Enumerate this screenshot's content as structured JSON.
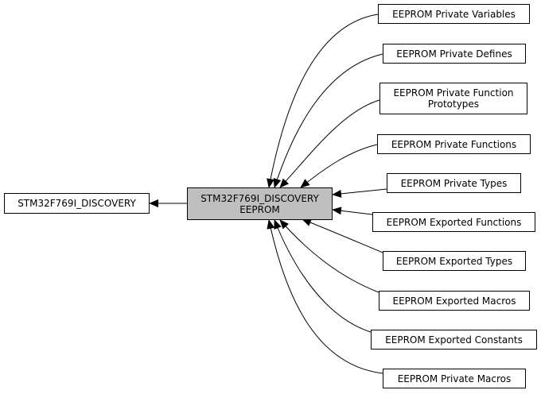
{
  "diagram": {
    "parent": {
      "label": "STM32F769I_DISCOVERY"
    },
    "center": {
      "label": "STM32F769I_DISCOVERY\nEEPROM"
    },
    "children": [
      {
        "label": "EEPROM Private Variables"
      },
      {
        "label": "EEPROM Private Defines"
      },
      {
        "label": "EEPROM Private Function\nPrototypes"
      },
      {
        "label": "EEPROM Private Functions"
      },
      {
        "label": "EEPROM Private Types"
      },
      {
        "label": "EEPROM Exported Functions"
      },
      {
        "label": "EEPROM Exported Types"
      },
      {
        "label": "EEPROM Exported Macros"
      },
      {
        "label": "EEPROM Exported Constants"
      },
      {
        "label": "EEPROM Private Macros"
      }
    ],
    "colors": {
      "center_fill": "#bfbfbf",
      "node_fill": "#ffffff",
      "stroke": "#000000"
    }
  }
}
